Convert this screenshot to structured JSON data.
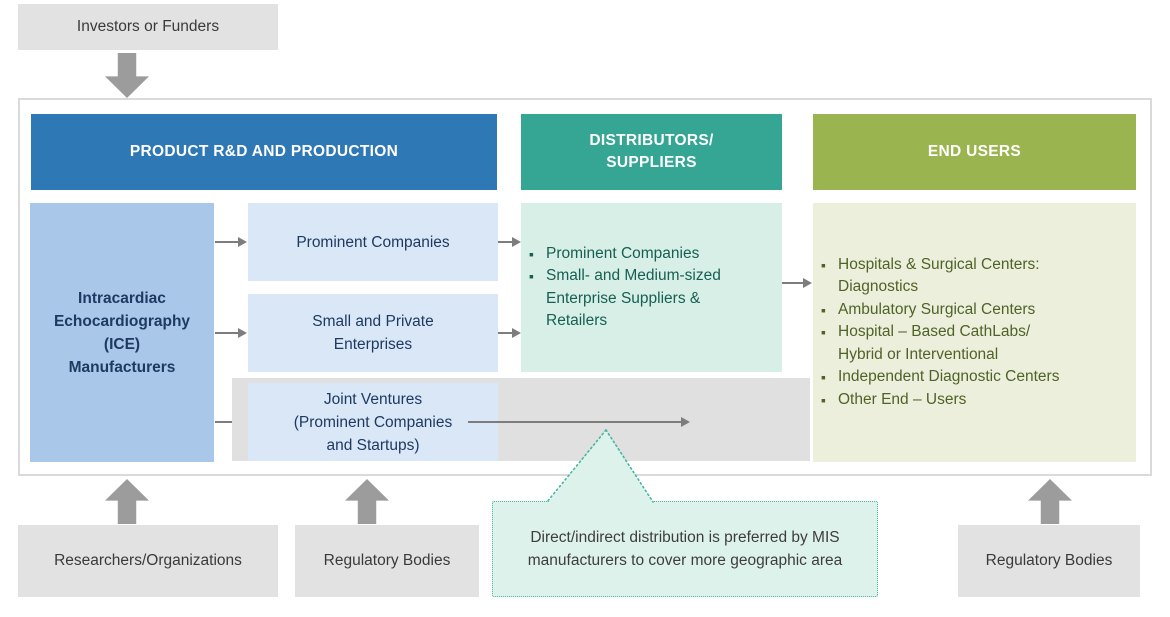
{
  "investors": {
    "label": "Investors or Funders"
  },
  "headers": {
    "production": "PRODUCT R&D AND PRODUCTION",
    "distributors": "DISTRIBUTORS/\nSUPPLIERS",
    "end_users": "END USERS"
  },
  "production": {
    "manufacturers": "Intracardiac\nEchocardiography\n(ICE)\nManufacturers",
    "boxes": [
      "Prominent Companies",
      "Small and Private\nEnterprises",
      "Joint Ventures\n(Prominent Companies\nand Startups)"
    ]
  },
  "distributors": {
    "items": [
      "Prominent Companies",
      "Small- and Medium-sized\nEnterprise Suppliers &\nRetailers"
    ]
  },
  "end_users": {
    "items": [
      "Hospitals & Surgical Centers:\nDiagnostics",
      "Ambulatory Surgical Centers",
      "Hospital – Based CathLabs/\nHybrid or Interventional",
      "Independent Diagnostic Centers",
      "Other End – Users"
    ]
  },
  "callout": {
    "text": "Direct/indirect distribution is preferred by MIS manufacturers to cover more geographic area"
  },
  "bottom": {
    "researchers": "Researchers/Organizations",
    "regulatory_left": "Regulatory Bodies",
    "regulatory_right": "Regulatory Bodies"
  },
  "colors": {
    "production_header_bg": "#2f78b6",
    "distributors_header_bg": "#34a693",
    "end_users_header_bg": "#9ab54f",
    "manufacturers_box_bg": "#a9c8e9",
    "production_sub_box_bg": "#d9e7f6",
    "distributors_panel_bg": "#d8efe7",
    "end_users_panel_bg": "#ecefdb",
    "gray_box_bg": "#e2e2e2",
    "gray_band_bg": "#e0e0e0",
    "callout_bg": "#def2ec",
    "callout_border": "#44b5a2",
    "navy_text": "#1e3962",
    "distributors_text": "#156052",
    "end_users_text": "#4f6228",
    "thin_arrow": "#7d7d7d",
    "block_arrow": "#9c9c9c"
  }
}
